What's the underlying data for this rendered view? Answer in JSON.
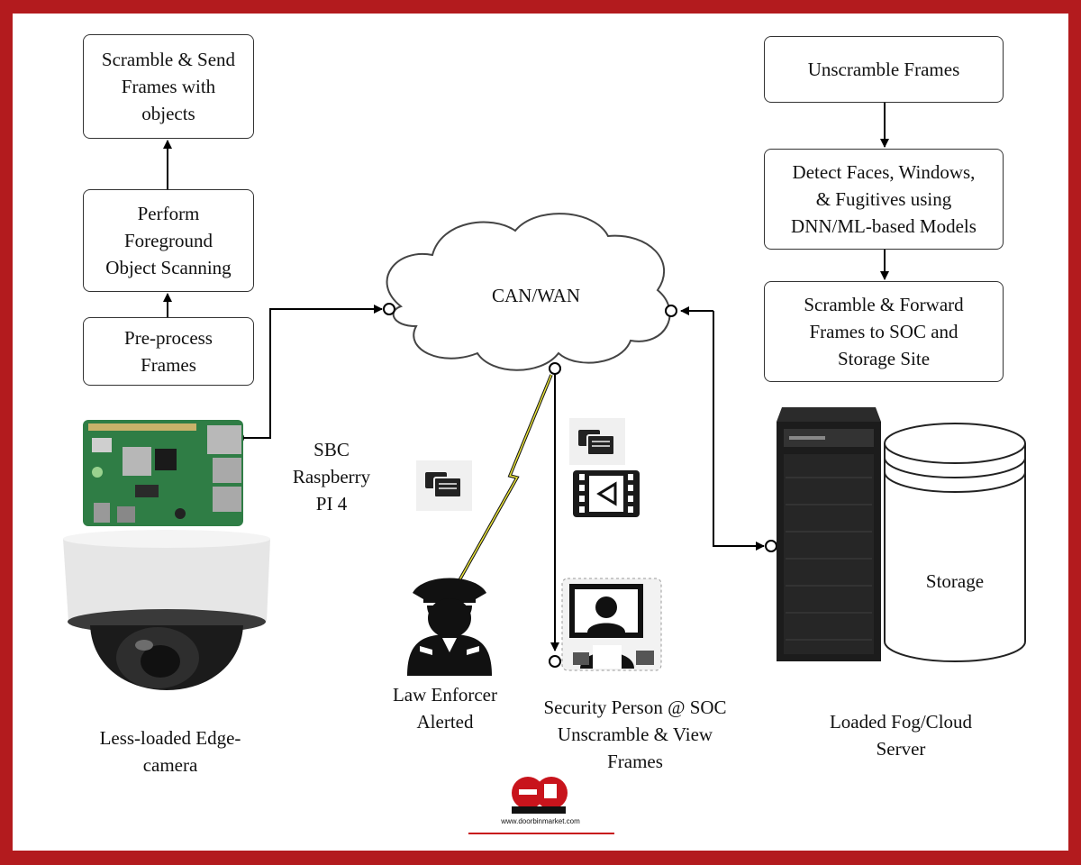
{
  "flow_left": {
    "scramble_send": "Scramble & Send\nFrames with\nobjects",
    "foreground_scan": "Perform\nForeground\nObject Scanning",
    "preprocess": "Pre-process\nFrames"
  },
  "flow_right": {
    "unscramble": "Unscramble Frames",
    "detect": "Detect Faces, Windows,\n& Fugitives  using\nDNN/ML-based Models",
    "forward": "Scramble & Forward\nFrames  to SOC and\nStorage Site"
  },
  "network": {
    "cloud_label": "CAN/WAN"
  },
  "labels": {
    "sbc": "SBC\nRaspberry\nPI 4",
    "edge_camera": "Less-loaded Edge-\ncamera",
    "law_enforcer": "Law Enforcer\nAlerted",
    "security_person": "Security Person @ SOC\nUnscramble & View\nFrames",
    "server": "Loaded Fog/Cloud\nServer",
    "storage": "Storage"
  },
  "watermark": {
    "url": "www.doorbinmarket.com"
  },
  "colors": {
    "frame": "#b31b1e",
    "board": "#2f7d45",
    "line": "#000000",
    "lightning": "#e8e23a"
  }
}
